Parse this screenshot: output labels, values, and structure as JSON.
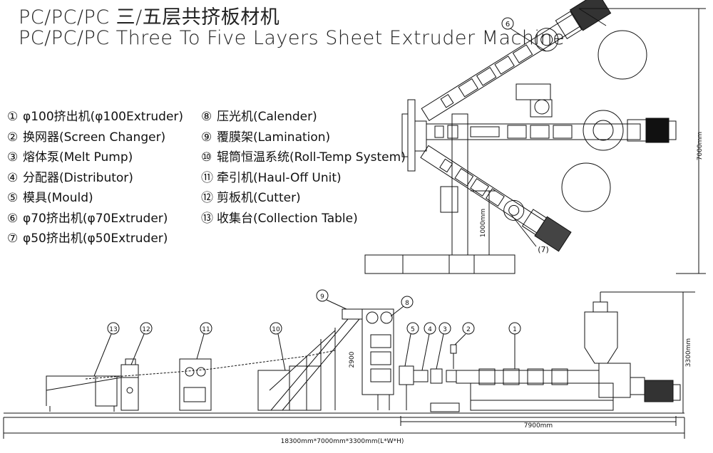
{
  "title_cn": "PC/PC/PC 三/五层共挤板材机",
  "title_en": "PC/PC/PC Three To Five Layers Sheet Extruder Machine",
  "legend_left": [
    {
      "num": "①",
      "label": "φ100挤出机(φ100Extruder)"
    },
    {
      "num": "②",
      "label": "换网器(Screen Changer)"
    },
    {
      "num": "③",
      "label": "熔体泵(Melt Pump)"
    },
    {
      "num": "④",
      "label": "分配器(Distributor)"
    },
    {
      "num": "⑤",
      "label": "模具(Mould)"
    },
    {
      "num": "⑥",
      "label": "φ70挤出机(φ70Extruder)"
    },
    {
      "num": "⑦",
      "label": "φ50挤出机(φ50Extruder)"
    }
  ],
  "legend_right": [
    {
      "num": "⑧",
      "label": "压光机(Calender)"
    },
    {
      "num": "⑨",
      "label": "覆膜架(Lamination)"
    },
    {
      "num": "⑩",
      "label": "辊筒恒温系统(Roll-Temp System)"
    },
    {
      "num": "⑪",
      "label": "牵引机(Haul-Off Unit)"
    },
    {
      "num": "⑫",
      "label": "剪板机(Cutter)"
    },
    {
      "num": "⑬",
      "label": "收集台(Collection Table)"
    }
  ],
  "dimensions": {
    "height_top": "7000mm",
    "height_1000": "1000mm",
    "height_side": "3300mm",
    "height_2900": "2900",
    "length_7900": "7900mm",
    "overall": "18300mm*7000mm*3300mm(L*W*H)"
  },
  "callouts": {
    "n1": "1",
    "n2": "2",
    "n3": "3",
    "n4": "4",
    "n5": "5",
    "n6": "6",
    "n7": "(7)",
    "n8": "8",
    "n9": "9",
    "n10": "10",
    "n11": "11",
    "n12": "12",
    "n13": "13"
  }
}
